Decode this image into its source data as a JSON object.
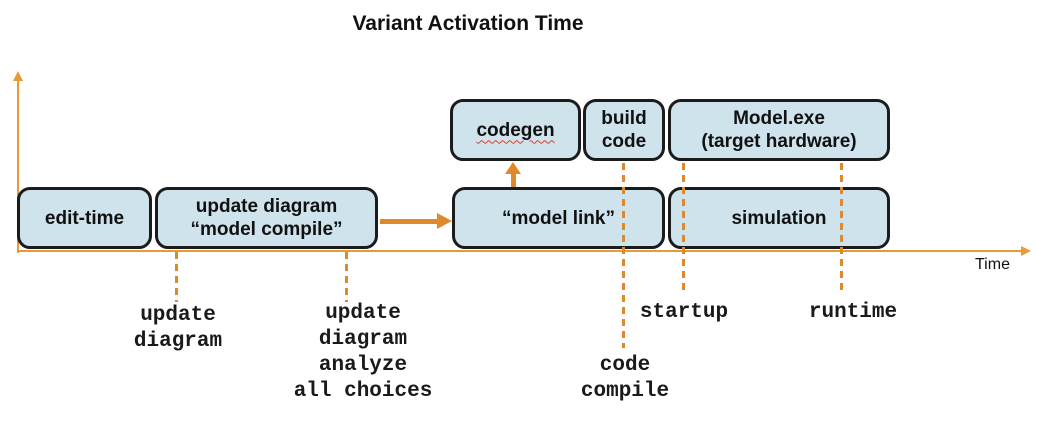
{
  "title": "Variant Activation Time",
  "axis": {
    "time_label": "Time"
  },
  "colors": {
    "box_fill": "#cfe3ed",
    "box_border": "#1b1b1b",
    "arrow_orange": "#dd892c",
    "axis_orange": "#e79a38",
    "squiggle_red": "#e63a2c",
    "text": "#111111"
  },
  "boxes": {
    "main_row": [
      {
        "label": "edit-time"
      },
      {
        "line1": "update diagram",
        "line2": "“model compile”"
      },
      {
        "label": "“model link”"
      },
      {
        "label": "simulation"
      }
    ],
    "top_row": [
      {
        "label": "codegen"
      },
      {
        "line1": "build",
        "line2": "code"
      },
      {
        "line1": "Model.exe",
        "line2": "(target hardware)"
      }
    ]
  },
  "milestones": [
    {
      "lines": [
        "update",
        "diagram"
      ]
    },
    {
      "lines": [
        "update",
        "diagram",
        "analyze",
        "all choices"
      ]
    },
    {
      "lines": [
        "code",
        "compile"
      ]
    },
    {
      "lines": [
        "startup"
      ]
    },
    {
      "lines": [
        "runtime"
      ]
    }
  ]
}
